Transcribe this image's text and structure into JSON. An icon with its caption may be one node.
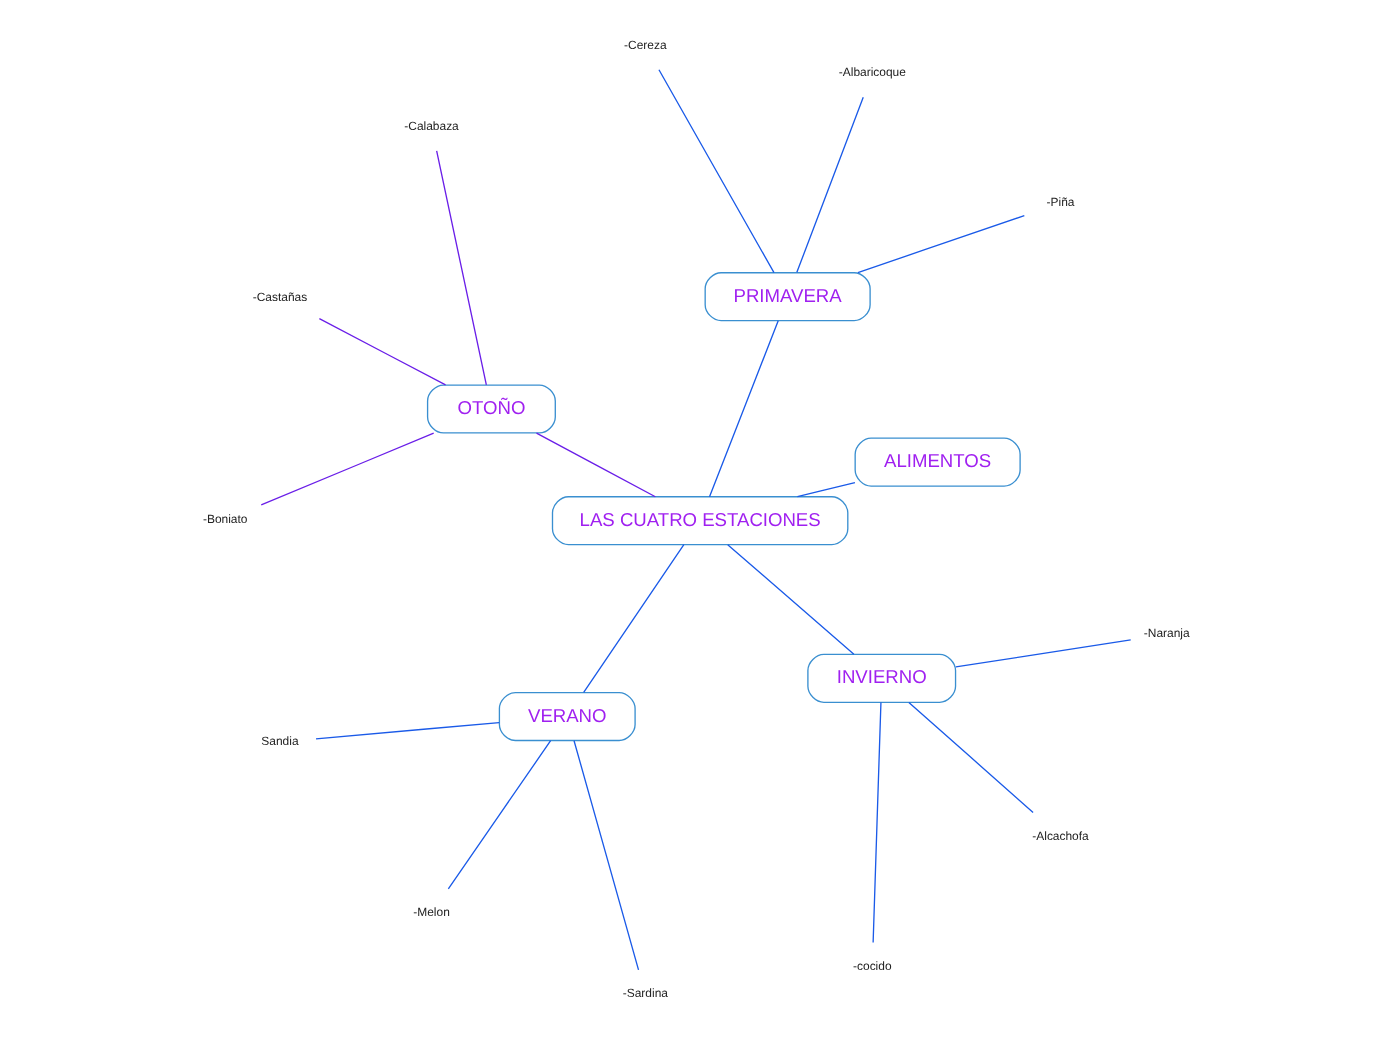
{
  "diagram": {
    "nodes": [
      {
        "text": [
          "LAS CUATRO ESTACIONES"
        ]
      },
      {
        "text": [
          "ALIMENTOS"
        ]
      },
      {
        "text": [
          "PRIMAVERA"
        ]
      },
      {
        "text": [
          "OTOÑO"
        ]
      },
      {
        "text": [
          "VERANO"
        ]
      },
      {
        "text": [
          "INVIERNO"
        ]
      },
      {
        "text": [
          "-Piña"
        ]
      },
      {
        "text": [
          "-Albaricoque"
        ]
      },
      {
        "text": [
          "-Cereza"
        ]
      },
      {
        "text": [
          "-Calabaza"
        ]
      },
      {
        "text": [
          "-Castañas"
        ]
      },
      {
        "text": [
          "-Boniato"
        ]
      },
      {
        "text": [
          "Sandia"
        ]
      },
      {
        "text": [
          "-Melon"
        ]
      },
      {
        "text": [
          "-Sardina"
        ]
      },
      {
        "text": [
          "-cocido"
        ]
      },
      {
        "text": [
          "-Alcachofa"
        ]
      },
      {
        "text": [
          "-Naranja"
        ]
      }
    ],
    "edges": [
      {
        "from": 0,
        "to": 1,
        "arrow": "none"
      },
      {
        "from": 0,
        "to": 2,
        "arrow": "none"
      },
      {
        "from": 0,
        "to": 3,
        "arrow": "none",
        "color": "#6a1ee8"
      },
      {
        "from": 0,
        "to": 4,
        "arrow": "none"
      },
      {
        "from": 0,
        "to": 5,
        "arrow": "none"
      },
      {
        "from": 2,
        "to": 6,
        "arrow": "none"
      },
      {
        "from": 2,
        "to": 7,
        "arrow": "none"
      },
      {
        "from": 2,
        "to": 8,
        "arrow": "none"
      },
      {
        "from": 3,
        "to": 9,
        "arrow": "none",
        "color": "#6a1ee8"
      },
      {
        "from": 3,
        "to": 10,
        "arrow": "none",
        "color": "#6a1ee8"
      },
      {
        "from": 3,
        "to": 11,
        "arrow": "none",
        "color": "#6a1ee8"
      },
      {
        "from": 4,
        "to": 12,
        "arrow": "none"
      },
      {
        "from": 4,
        "to": 13,
        "arrow": "none"
      },
      {
        "from": 4,
        "to": 14,
        "arrow": "none"
      },
      {
        "from": 5,
        "to": 15,
        "arrow": "none"
      },
      {
        "from": 5,
        "to": 16,
        "arrow": "none"
      },
      {
        "from": 5,
        "to": 17,
        "arrow": "none"
      }
    ]
  }
}
